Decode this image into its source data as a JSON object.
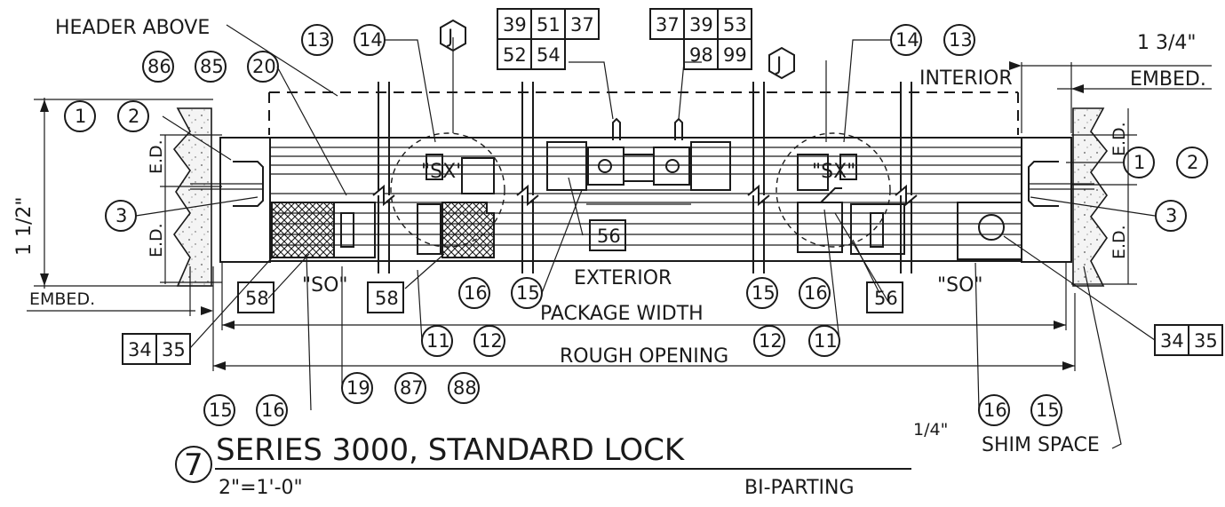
{
  "labels": {
    "header_above": "HEADER ABOVE",
    "interior": "INTERIOR",
    "exterior": "EXTERIOR",
    "package_width": "PACKAGE WIDTH",
    "rough_opening": "ROUGH OPENING",
    "embed_left": "EMBED.",
    "embed_right": "EMBED.",
    "dim_one_half": "1 1/2\"",
    "dim_one_three_quarter": "1 3/4\"",
    "ed": "E.D.",
    "so": "\"SO\"",
    "sx": "\"SX\"",
    "shim_space": "SHIM SPACE",
    "shim_fraction": "1/4\""
  },
  "title": {
    "number": "7",
    "main": "SERIES 3000, STANDARD LOCK",
    "scale": "2\"=1'-0\"",
    "sub": "BI-PARTING"
  },
  "callouts": {
    "c1": "1",
    "c2": "2",
    "c3": "3",
    "c11": "11",
    "c12": "12",
    "c13": "13",
    "c14": "14",
    "c15": "15",
    "c16": "16",
    "c19": "19",
    "c20": "20",
    "c85": "85",
    "c86": "86",
    "c87": "87",
    "c88": "88",
    "detail_j": "J"
  },
  "tags": {
    "t34": "34",
    "t35": "35",
    "t37": "37",
    "t39": "39",
    "t51": "51",
    "t52": "52",
    "t53": "53",
    "t54": "54",
    "t56": "56",
    "t58": "58",
    "t98": "98",
    "t99": "99"
  }
}
